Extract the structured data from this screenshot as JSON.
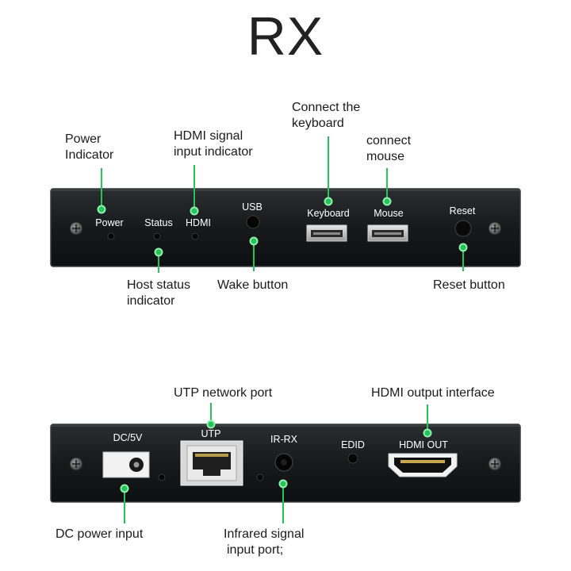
{
  "title": "RX",
  "colors": {
    "leader": "#27c25a",
    "leader_glow": "#8ef0ac",
    "panel": "#17191b",
    "panel_edge": "#3a3d40",
    "text": "#1a1a1a"
  },
  "front_panel": {
    "labels": {
      "power": "Power",
      "status": "Status",
      "hdmi": "HDMI",
      "usb": "USB",
      "keyboard": "Keyboard",
      "mouse": "Mouse",
      "reset": "Reset"
    },
    "callouts": {
      "power_indicator": [
        "Power",
        "Indicator"
      ],
      "hdmi_signal": [
        "HDMI signal",
        "input indicator"
      ],
      "connect_keyboard": [
        "Connect the",
        "keyboard"
      ],
      "connect_mouse": [
        "connect",
        "mouse"
      ],
      "host_status": [
        "Host status",
        "indicator"
      ],
      "wake_button": [
        "Wake button"
      ],
      "reset_button": [
        "Reset button"
      ]
    }
  },
  "rear_panel": {
    "labels": {
      "dc": "DC/5V",
      "utp": "UTP",
      "irrx": "IR-RX",
      "edid": "EDID",
      "hdmi_out": "HDMI  OUT"
    },
    "callouts": {
      "utp_port": [
        "UTP network port"
      ],
      "hdmi_output": [
        "HDMI output interface"
      ],
      "dc_power": [
        "DC power input"
      ],
      "infrared": [
        "Infrared signal",
        "input port;"
      ]
    }
  }
}
